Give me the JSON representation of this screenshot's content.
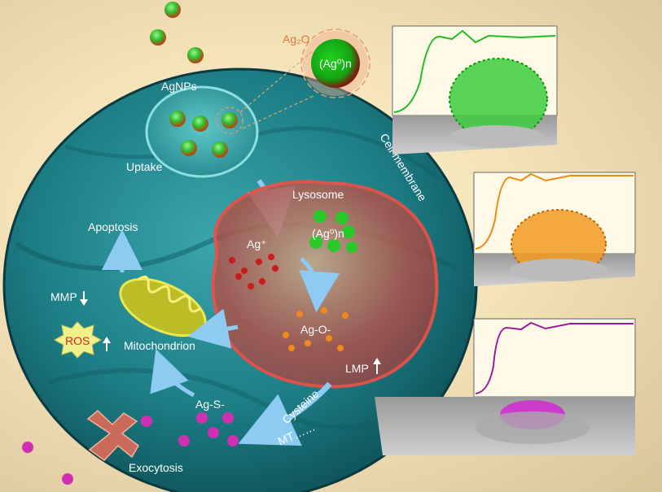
{
  "labels": {
    "ag2o": "Ag₂O",
    "ag0n_top": "(Ag⁰)n",
    "agnps": "AgNPs",
    "uptake": "Uptake",
    "lysosome": "Lysosome",
    "cell_membrane": "Cell membrane",
    "ag0n_lyso": "(Ag⁰)n",
    "ag_plus": "Ag⁺",
    "apoptosis": "Apoptosis",
    "mmp": "MMP",
    "ros": "ROS",
    "mitochondrion": "Mitochondrion",
    "ag_o": "Ag-O-",
    "lmp": "LMP",
    "ag_s": "Ag-S-",
    "cysteine": "Cysteine",
    "mt": "MT……",
    "exocytosis": "Exocytosis"
  },
  "colors": {
    "cell": "#1f7f86",
    "agnp": "#2fbf2f",
    "lysosome": "#c93a32",
    "ag_plus_dots": "#cc1b1b",
    "ag_o_dots": "#f08a1a",
    "ag_s_dots": "#d02fb3",
    "mito": "#c8c820",
    "profile_green": "#22bb22",
    "profile_orange": "#ee8a11",
    "profile_purple": "#9a1a9a"
  },
  "icons": [
    "arrow-up-icon",
    "arrow-down-icon",
    "starburst-icon",
    "down-arrow-icon"
  ]
}
